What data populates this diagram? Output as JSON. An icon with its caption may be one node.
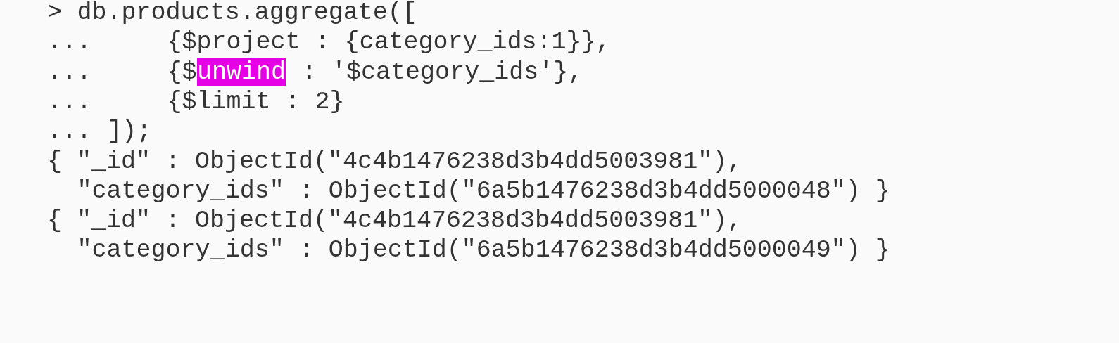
{
  "diagram": {
    "labels": [
      ">",
      "db.products.aggregate([",
      "...",
      "{$project : {category_ids:1}},",
      "...",
      "{$",
      "unwind",
      ": '$category_ids'},",
      "...",
      "{$limit : 2}",
      "...",
      "]);",
      "{ \"_id\" : ObjectId(\"4c4b1476238d3b4dd5003981\"),",
      "\"category_ids\" : ObjectId(\"6a5b1476238d3b4dd5000048\") }",
      "{ \"_id\" : ObjectId(\"4c4b1476238d3b4dd5003981\"),",
      "\"category_ids\" : ObjectId(\"6a5b1476238d3b4dd5000049\") }"
    ]
  }
}
